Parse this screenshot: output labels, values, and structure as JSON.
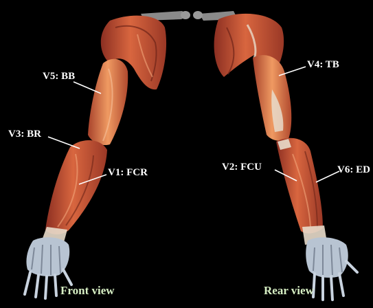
{
  "labels": {
    "v5": "V5: BB",
    "v3": "V3: BR",
    "v1": "V1: FCR",
    "v4": "V4: TB",
    "v2": "V2: FCU",
    "v6": "V6: ED"
  },
  "captions": {
    "front": "Front view",
    "rear": "Rear view"
  },
  "colors": {
    "background": "#000000",
    "muscle_dark": "#8c2f22",
    "muscle_mid": "#c8553d",
    "muscle_light": "#e9835a",
    "tendon": "#e8dccb",
    "bone": "#8a8a8a",
    "caption": "#d7efc4",
    "label": "#ffffff"
  }
}
